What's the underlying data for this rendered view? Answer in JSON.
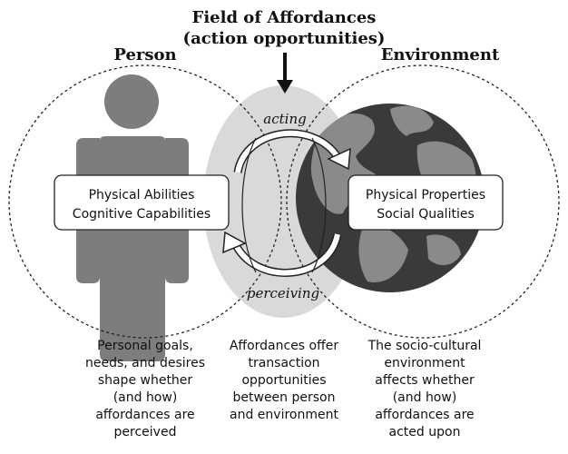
{
  "header": {
    "title_line1": "Field of Affordances",
    "title_line2": "(action opportunities)"
  },
  "person": {
    "label": "Person",
    "box_line1": "Physical Abilities",
    "box_line2": "Cognitive Capabilities"
  },
  "environment": {
    "label": "Environment",
    "box_line1": "Physical Properties",
    "box_line2": "Social Qualities"
  },
  "arrows": {
    "top_label": "acting",
    "bottom_label": "perceiving"
  },
  "captions": {
    "left": [
      "Personal goals,",
      "needs, and desires",
      "shape whether",
      "(and how)",
      "affordances are",
      "perceived"
    ],
    "middle": [
      "Affordances offer",
      "transaction",
      "opportunities",
      "between person",
      "and environment"
    ],
    "right": [
      "The socio-cultural",
      "environment",
      "affects whether",
      "(and how)",
      "affordances are",
      "acted upon"
    ]
  },
  "colors": {
    "field_gray": "#d9d9d9",
    "person_gray": "#7d7d7d",
    "globe_dark": "#3a3a3a",
    "globe_light": "#8a8a8a"
  },
  "icons": {
    "person": "person-silhouette-icon",
    "globe": "globe-icon"
  }
}
